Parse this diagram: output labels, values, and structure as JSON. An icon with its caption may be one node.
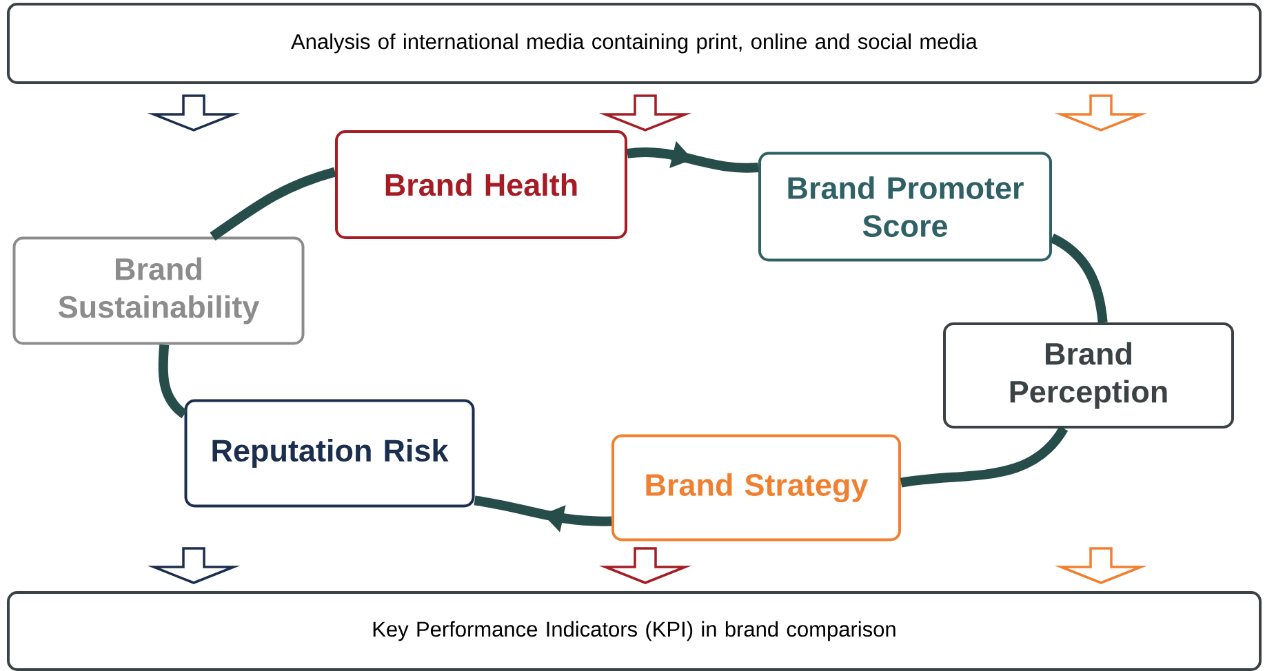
{
  "diagram": {
    "nodes": [
      {
        "text": [
          "Analysis of international media containing print, online and social media"
        ]
      },
      {
        "text": [
          "Brand Health"
        ]
      },
      {
        "text": [
          "Brand Promoter Score"
        ]
      },
      {
        "text": [
          "Brand Sustainability"
        ]
      },
      {
        "text": [
          "Brand Perception"
        ]
      },
      {
        "text": [
          "Reputation Risk"
        ]
      },
      {
        "text": [
          "Brand Strategy"
        ]
      },
      {
        "text": [
          "Key Performance Indicators (KPI) in brand comparison"
        ]
      }
    ],
    "edges": [
      {
        "from": 1,
        "to": 2,
        "arrow": "to"
      },
      {
        "from": 2,
        "to": 4,
        "arrow": "none"
      },
      {
        "from": 4,
        "to": 6,
        "arrow": "none"
      },
      {
        "from": 6,
        "to": 5,
        "arrow": "to"
      },
      {
        "from": 5,
        "to": 3,
        "arrow": "none"
      },
      {
        "from": 3,
        "to": 1,
        "arrow": "none"
      },
      {
        "from": 0,
        "to": null,
        "arrow": "to",
        "color": "#1b2e4e"
      },
      {
        "from": 0,
        "to": null,
        "arrow": "to",
        "color": "#a51c24"
      },
      {
        "from": 0,
        "to": null,
        "arrow": "to",
        "color": "#f08030"
      },
      {
        "from": null,
        "to": 7,
        "arrow": "to",
        "color": "#1b2e4e"
      },
      {
        "from": null,
        "to": 7,
        "arrow": "to",
        "color": "#a51c24"
      },
      {
        "from": null,
        "to": 7,
        "arrow": "to",
        "color": "#f08030"
      }
    ]
  }
}
